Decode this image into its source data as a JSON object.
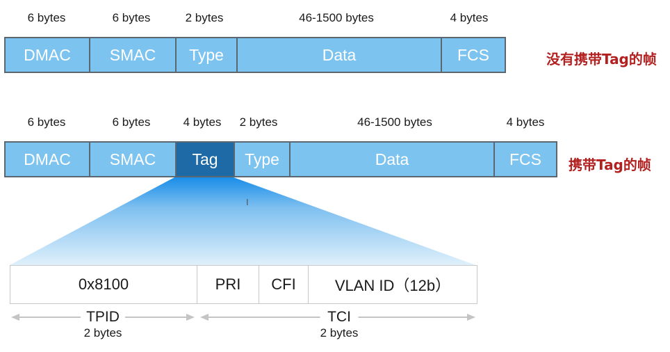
{
  "untagged_frame": {
    "label": "没有携带Tag的帧",
    "fields": [
      {
        "name": "DMAC",
        "size": "6 bytes"
      },
      {
        "name": "SMAC",
        "size": "6 bytes"
      },
      {
        "name": "Type",
        "size": "2 bytes"
      },
      {
        "name": "Data",
        "size": "46-1500 bytes"
      },
      {
        "name": "FCS",
        "size": "4 bytes"
      }
    ]
  },
  "tagged_frame": {
    "label": "携带Tag的帧",
    "fields": [
      {
        "name": "DMAC",
        "size": "6 bytes"
      },
      {
        "name": "SMAC",
        "size": "6 bytes"
      },
      {
        "name": "Tag",
        "size": "4 bytes"
      },
      {
        "name": "Type",
        "size": "2 bytes"
      },
      {
        "name": "Data",
        "size": "46-1500 bytes"
      },
      {
        "name": "FCS",
        "size": "4 bytes"
      }
    ]
  },
  "tag_detail": {
    "fields": [
      {
        "name": "0x8100"
      },
      {
        "name": "PRI"
      },
      {
        "name": "CFI"
      },
      {
        "name": "VLAN ID（12b）"
      }
    ],
    "tpid": {
      "name": "TPID",
      "size": "2 bytes"
    },
    "tci": {
      "name": "TCI",
      "size": "2 bytes"
    }
  },
  "colors": {
    "field_fill": "#7cc3ef",
    "tag_fill": "#1e6aa7",
    "label_red": "#b22020"
  }
}
